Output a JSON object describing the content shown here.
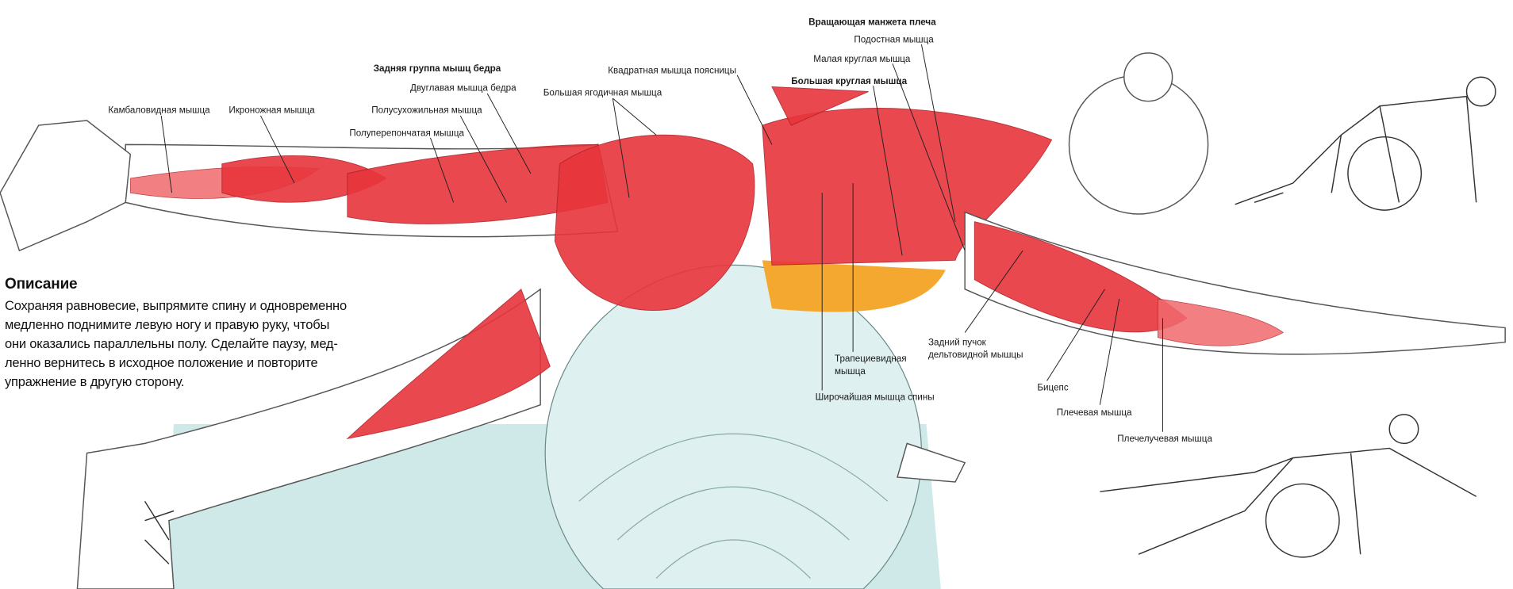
{
  "labels": {
    "rotator_cuff": "Вращающая манжета плеча",
    "infraspinatus": "Подостная мышца",
    "teres_minor": "Малая круглая мышца",
    "teres_major": "Большая круглая мышца",
    "quadratus_lumborum": "Квадратная мышца поясницы",
    "hamstrings": "Задняя группа мышц бедра",
    "biceps_femoris": "Двуглавая мышца бедра",
    "gluteus_maximus": "Большая ягодичная мышца",
    "soleus": "Камбаловидная мышца",
    "gastrocnemius": "Икроножная мышца",
    "semitendinosus": "Полусухожильная мышца",
    "semimembranosus": "Полуперепончатая мышца",
    "trapezius_line1": "Трапециевидная",
    "trapezius_line2": "мышца",
    "rear_deltoid_line1": "Задний пучок",
    "rear_deltoid_line2": "дельтовидной мышцы",
    "latissimus": "Широчайшая мышца спины",
    "biceps": "Бицепс",
    "brachialis": "Плечевая мышца",
    "brachioradialis": "Плечелучевая мышца"
  },
  "description": {
    "title": "Описание",
    "lines": [
      "Сохраняя равновесие, выпрямите спину и одновременно",
      "медленно поднимите левую ногу и правую руку, чтобы",
      "они оказались параллельны полу. Сделайте паузу, мед-",
      "ленно вернитесь в исходное положение и повторите",
      "упражнение в другую сторону."
    ]
  },
  "colors": {
    "muscle": "#e8353c",
    "ball": "#dff0f0",
    "mat": "#cfe9e9",
    "lumbar": "#f5a830"
  }
}
